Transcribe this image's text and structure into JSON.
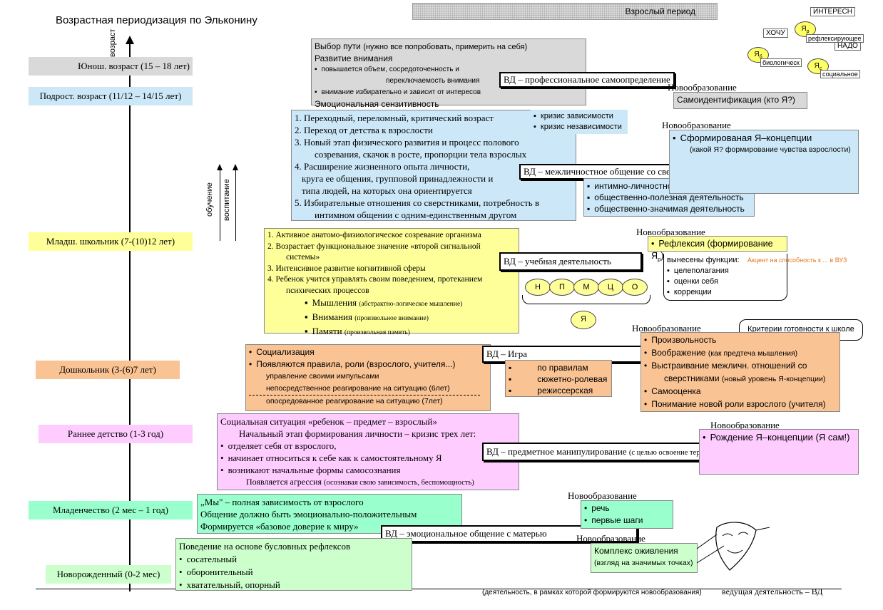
{
  "title": "Возрастная периодизация по Эльконину",
  "adult_period": "Взрослый период",
  "axis": {
    "vertical_label": "возраст",
    "horizontal_note": "(деятельность, в рамках которой формируются новообразования)",
    "horizontal_label": "ведущая деятельность – ВД",
    "learning": "обучение",
    "upbringing": "воспитание"
  },
  "stages": {
    "youth": "Юнош. возраст (15 – 18 лет)",
    "teen": "Подрост. возраст (11/12 – 14/15 лет)",
    "junior_school": "Младш. школьник (7-(10)12 лет)",
    "preschool": "Дошкольник (3-(6)7 лет)",
    "early": "Раннее детство (1-3 год)",
    "infancy": "Младенчество (2 мес – 1 год)",
    "newborn": "Новорожденный (0-2 мес)"
  },
  "top_right": {
    "interest": "ИНТЕРЕСН",
    "want": "ХОЧУ",
    "need": "НАДО",
    "reflecting": "рефлексирующее",
    "biological": "биологическ",
    "social": "социальное",
    "ya_r": "Я",
    "ya_r_sub": "р",
    "ya_b": "Я",
    "ya_b_sub": "б",
    "ya_s": "Я",
    "ya_s_sub": "с"
  },
  "youth": {
    "line1": "Выбор пути",
    "line1_note": "(нужно все попробовать, примерить на себя)",
    "line2": "Развитие внимания",
    "b1": "повышается объем, сосредоточенность и",
    "b1b": "переключаемость внимания",
    "b2": "внимание избирательно и зависит от интересов",
    "line3": "Эмоциональная сензитивность",
    "vd": "ВД – профессиональное самоопределение",
    "neo_title": "Новообразование",
    "neo": "Самоидентификация (кто Я?)"
  },
  "teen": {
    "i1": "1. Переходный, переломный, критический возраст",
    "i2": "2. Переход от детства к взрослости",
    "i3a": "3. Новый этап физического развития и процесс полового",
    "i3b": "созревания, скачок в росте, пропорции тела взрослых",
    "i4a": "4. Расширение жизненного опыта личности,",
    "i4b": "круга ее общения, групповой принадлежности и",
    "i4c": "типа людей, на которых она ориентируется",
    "i5a": "5. Избирательные отношения со сверстниками, потребность в",
    "i5b": "интимном общении с одним-единственным другом",
    "crisis1": "кризис зависимости",
    "crisis2": "кризис независимости",
    "vd": "ВД – межличностное общение со сверстниками",
    "vd1": "интимно-личностное общение",
    "vd2": "общественно-полезная деятельность",
    "vd3": "общественно-значимая деятельность",
    "neo_title": "Новообразование",
    "neo": "Сформированая Я–концепции",
    "neo_note": "(какой Я? формирование чувства взрослости)"
  },
  "junior": {
    "i1": "1. Активное анатомо-физиологическое созревание организма",
    "i2a": "2. Возрастает функциональное значение «второй сигнальной",
    "i2b": "системы»",
    "i3": "3. Интенсивное развитие когнитивной сферы",
    "i4a": "4. Ребенок учится управлять своим поведением, протеканием",
    "i4b": "психических процессов",
    "s1": "Мышления",
    "s1n": "(абстрактно-логическое мышление)",
    "s2": "Внимания",
    "s2n": "(произвольное внимание)",
    "s3": "Памяти",
    "s3n": "(произвольная память)",
    "vd": "ВД – учебная деятельность",
    "letters": [
      "Н",
      "П",
      "М",
      "Ц",
      "О"
    ],
    "ya": "Я",
    "neo_title": "Новообразование",
    "neo": "Рефлексия (формирование Я",
    "neo_sub": "р",
    "neo_end": ")",
    "funcs_title": "вынесены функции:",
    "f1": "целеполагания",
    "f2": "оценки себя",
    "f3": "коррекции",
    "note": "Акцент на способность к ... в ВУЗ"
  },
  "preschool": {
    "b1": "Социализация",
    "b2": "Появляются правила, роли (взрослого, учителя...)",
    "n1": "управление своими импульсами",
    "n2": "непосредственное реагирование на ситуацию (6лет)",
    "n3": "опосредованное реагирование на ситуацию (7лет)",
    "vd": "ВД – Игра",
    "g1": "по правилам",
    "g2": "сюжетно-ролевая",
    "g3": "режиссерская",
    "neo_title": "Новообразование",
    "callout": "Критерии готовности к школе",
    "neo1": "Произвольность",
    "neo2": "Воображение",
    "neo2n": "(как предтеча мышления)",
    "neo3a": "Выстраивание межличн. отношений со",
    "neo3b": "сверстниками",
    "neo3n": "(новый уровень Я-концепции)",
    "neo4": "Самооценка",
    "neo5": "Понимание новой роли взрослого (учителя)"
  },
  "early": {
    "l1": "Социальная ситуация «ребенок – предмет – взрослый»",
    "l2": "Начальный этап формирования личности – кризис трех лет:",
    "b1": "отделяет себя от взрослого,",
    "b2": "начинает относиться к себе как к самостоятельному Я",
    "b3": "возникают начальные формы самосознания",
    "l3": "Появляется агрессия",
    "l3n": "(осознавая свою зависимость, беспомощность)",
    "vd": "ВД – предметное манипулирование",
    "vdn": "(с целью освоение территории)",
    "neo_title": "Новообразование",
    "neo": "Рождение Я–концепции (Я сам!)"
  },
  "infancy": {
    "l1": "„Мы\" – полная зависимость от взрослого",
    "l2": "Общение должно быть эмоционально-положительным",
    "l3": "Формируется «базовое доверие к миру»",
    "vd": "ВД – эмоциональное общение с матерью",
    "neo_title": "Новообразование",
    "neo1": "речь",
    "neo2": "первые шаги"
  },
  "newborn": {
    "l1": "Поведение на основе бусловных рефлексов",
    "b1": "сосательный",
    "b2": "оборонительный",
    "b3": "хватательный, опорный",
    "neo_title": "Новообразование",
    "neo": "Комплекс оживления",
    "neo_n": "(взгляд на значимых точках)"
  }
}
